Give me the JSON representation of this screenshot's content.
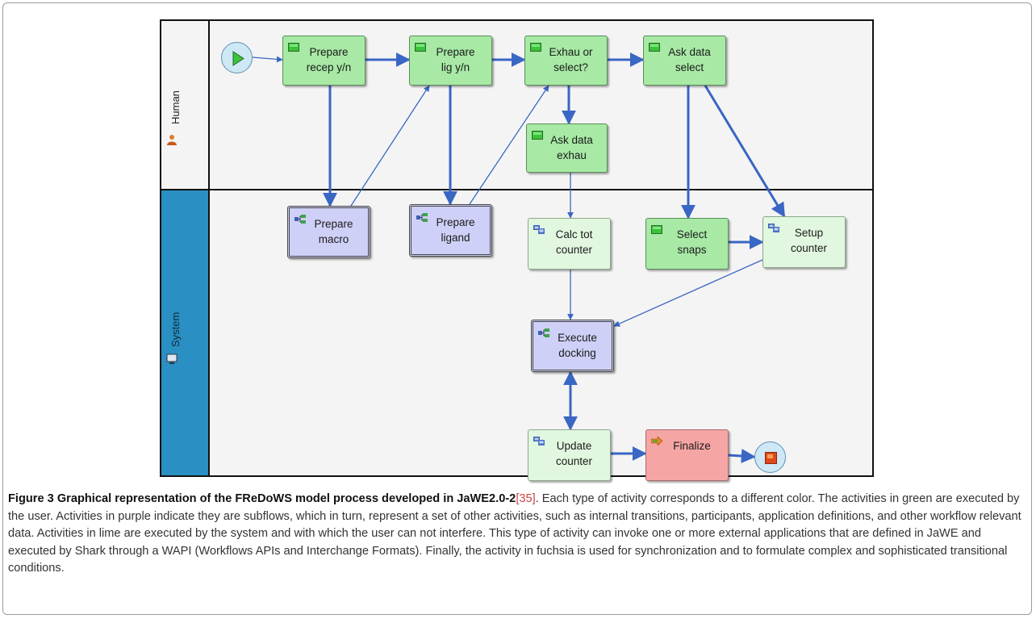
{
  "figure": {
    "lanes": [
      {
        "label": "Human",
        "icon": "person-icon"
      },
      {
        "label": "System",
        "icon": "computer-icon"
      }
    ],
    "activities": [
      {
        "id": "prepare-recep",
        "label": "Prepare\nrecep y/n",
        "kind": "green",
        "icon": "manual-activity-icon"
      },
      {
        "id": "prepare-lig",
        "label": "Prepare\nlig y/n",
        "kind": "green",
        "icon": "manual-activity-icon"
      },
      {
        "id": "exhau-select",
        "label": "Exhau or\nselect?",
        "kind": "green",
        "icon": "manual-activity-icon"
      },
      {
        "id": "ask-data-select",
        "label": "Ask data\nselect",
        "kind": "green",
        "icon": "manual-activity-icon"
      },
      {
        "id": "ask-data-exhau",
        "label": "Ask data\nexhau",
        "kind": "green",
        "icon": "manual-activity-icon"
      },
      {
        "id": "prepare-macro",
        "label": "Prepare\nmacro",
        "kind": "purple",
        "icon": "subflow-icon"
      },
      {
        "id": "prepare-ligand",
        "label": "Prepare\nligand",
        "kind": "purple",
        "icon": "subflow-icon"
      },
      {
        "id": "calc-tot-counter",
        "label": "Calc tot\ncounter",
        "kind": "lime",
        "icon": "tool-activity-icon"
      },
      {
        "id": "select-snaps",
        "label": "Select\nsnaps",
        "kind": "green",
        "icon": "manual-activity-icon"
      },
      {
        "id": "setup-counter",
        "label": "Setup\ncounter",
        "kind": "lime",
        "icon": "tool-activity-icon"
      },
      {
        "id": "execute-docking",
        "label": "Execute\ndocking",
        "kind": "purple",
        "icon": "subflow-icon"
      },
      {
        "id": "update-counter",
        "label": "Update\ncounter",
        "kind": "lime",
        "icon": "tool-activity-icon"
      },
      {
        "id": "finalize",
        "label": "Finalize",
        "kind": "pink",
        "icon": "route-activity-icon"
      }
    ],
    "events": [
      {
        "id": "start",
        "icon": "start-event-icon"
      },
      {
        "id": "end",
        "icon": "end-event-icon"
      }
    ],
    "transitions": [
      {
        "from": "start",
        "to": "prepare-recep"
      },
      {
        "from": "prepare-recep",
        "to": "prepare-lig"
      },
      {
        "from": "prepare-lig",
        "to": "exhau-select"
      },
      {
        "from": "exhau-select",
        "to": "ask-data-select"
      },
      {
        "from": "exhau-select",
        "to": "ask-data-exhau"
      },
      {
        "from": "prepare-recep",
        "to": "prepare-macro"
      },
      {
        "from": "prepare-macro",
        "to": "prepare-lig"
      },
      {
        "from": "prepare-lig",
        "to": "prepare-ligand"
      },
      {
        "from": "prepare-ligand",
        "to": "exhau-select"
      },
      {
        "from": "ask-data-exhau",
        "to": "calc-tot-counter"
      },
      {
        "from": "ask-data-select",
        "to": "select-snaps"
      },
      {
        "from": "ask-data-select",
        "to": "setup-counter"
      },
      {
        "from": "select-snaps",
        "to": "setup-counter"
      },
      {
        "from": "calc-tot-counter",
        "to": "execute-docking"
      },
      {
        "from": "setup-counter",
        "to": "execute-docking"
      },
      {
        "from": "execute-docking",
        "to": "update-counter"
      },
      {
        "from": "update-counter",
        "to": "execute-docking"
      },
      {
        "from": "update-counter",
        "to": "finalize"
      },
      {
        "from": "finalize",
        "to": "end"
      }
    ],
    "colors": {
      "green": "#a7e9a5",
      "lime": "#e1f7df",
      "purple": "#cfd0f7",
      "pink": "#f6a5a5",
      "system_lane": "#2a8fc2",
      "arrow": "#3a66c4"
    }
  },
  "caption": {
    "label": "Figure 3 Graphical representation of the FReDoWS model process developed in JaWE2.0-2",
    "ref": "[35]",
    "text": ". Each type of activity corresponds to a different color. The activities in green are executed by the user. Activities in purple indicate they are subflows, which in turn, represent a set of other activities, such as internal transitions, participants, application definitions, and other workflow relevant data. Activities in lime are executed by the system and with which the user can not interfere. This type of activity can invoke one or more external applications that are defined in JaWE and executed by Shark through a WAPI (Workflows APIs and Interchange Formats). Finally, the activity in fuchsia is used for synchronization and to formulate complex and sophisticated transitional conditions."
  }
}
